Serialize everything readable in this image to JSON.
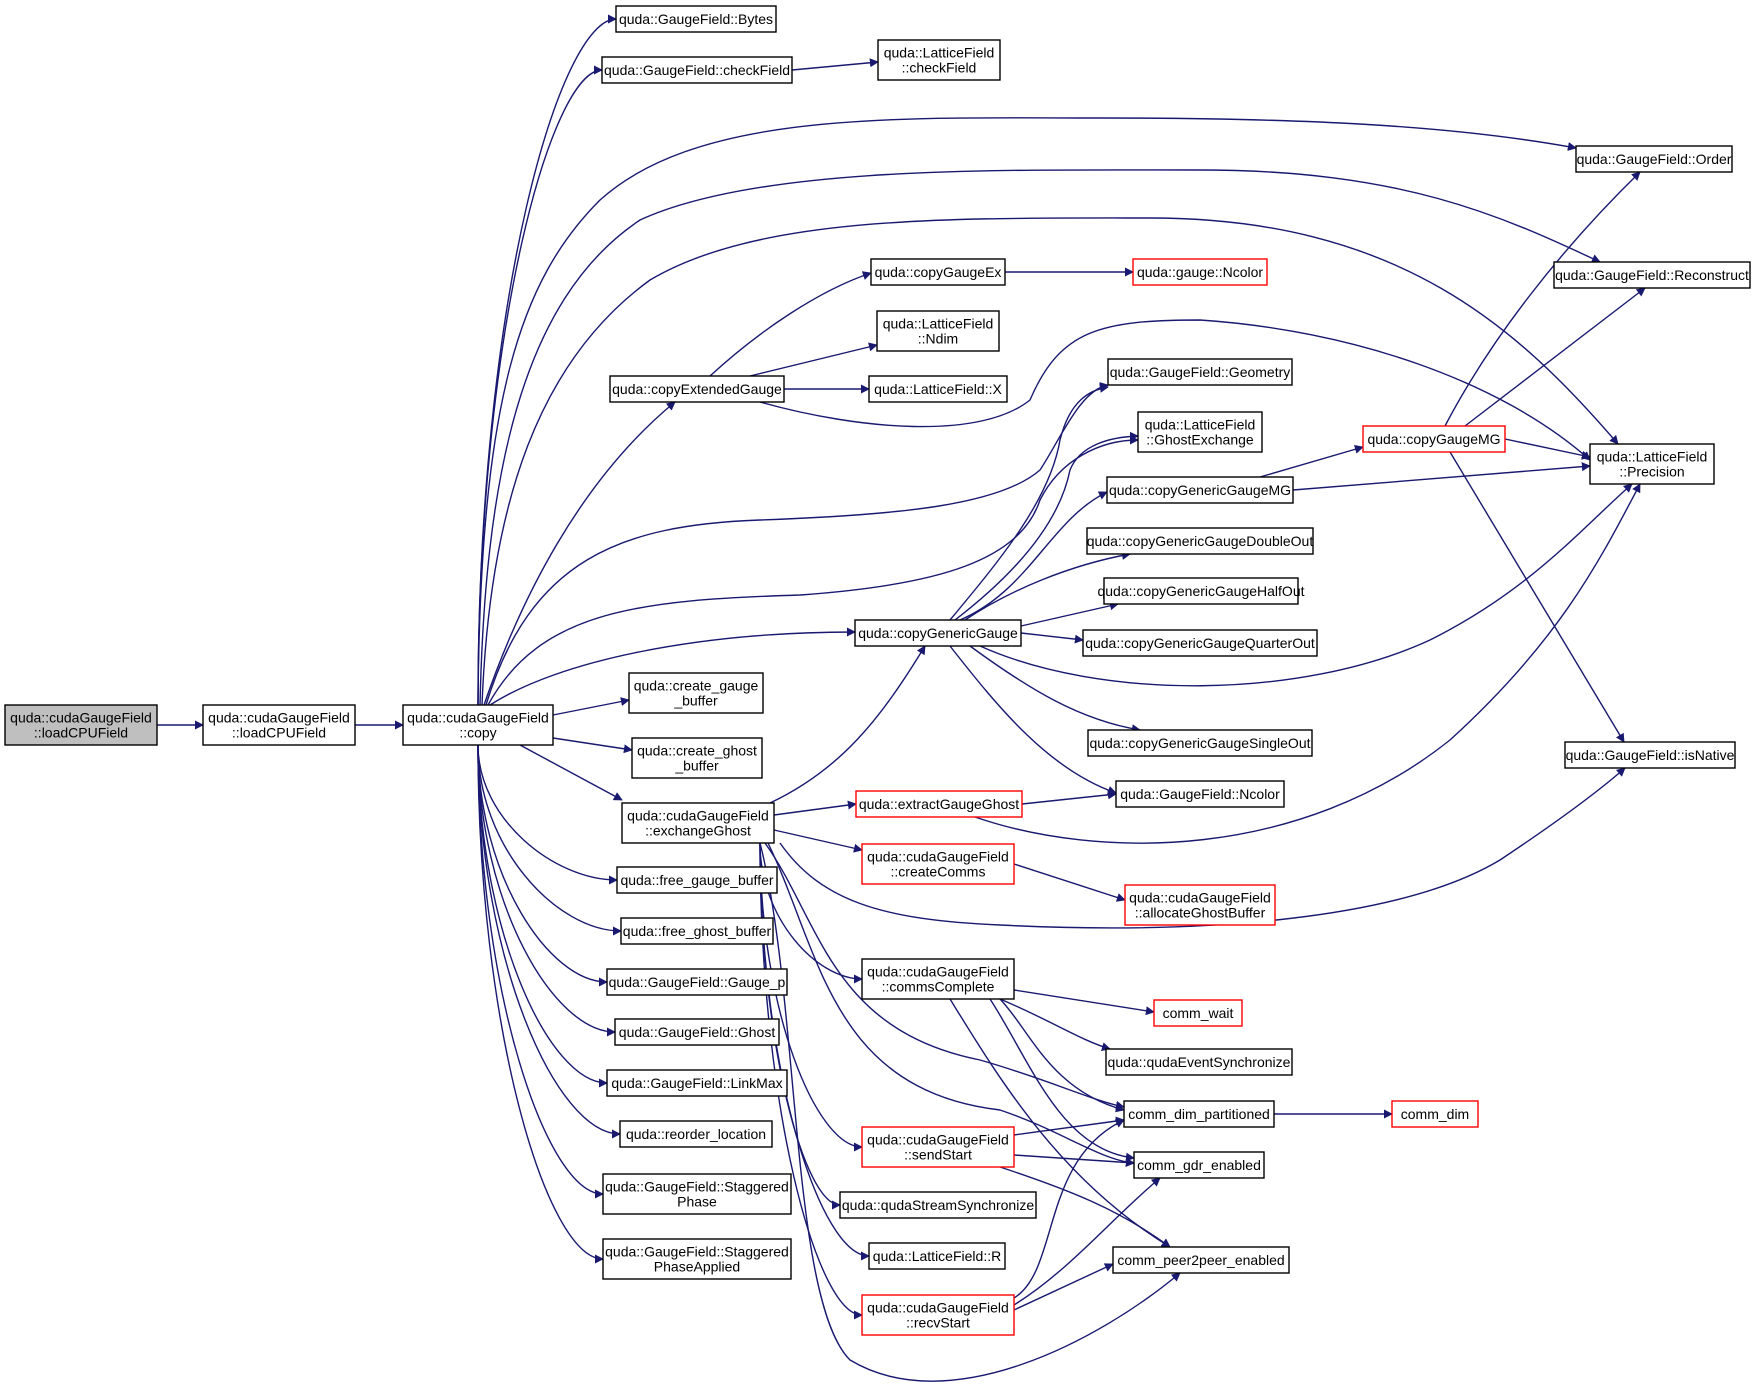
{
  "colors": {
    "edge": "#191970",
    "root_fill": "#bfbfbf",
    "red_border": "#ff0000",
    "black_border": "#000000"
  },
  "nodes": {
    "root": {
      "lines": [
        "quda::cudaGaugeField",
        "::loadCPUField"
      ]
    },
    "load2": {
      "lines": [
        "quda::cudaGaugeField",
        "::loadCPUField"
      ]
    },
    "copy": {
      "lines": [
        "quda::cudaGaugeField",
        "::copy"
      ]
    },
    "bytes": {
      "lines": [
        "quda::GaugeField::Bytes"
      ]
    },
    "chk": {
      "lines": [
        "quda::GaugeField::checkField"
      ]
    },
    "lchk": {
      "lines": [
        "quda::LatticeField",
        "::checkField"
      ]
    },
    "order": {
      "lines": [
        "quda::GaugeField::Order"
      ]
    },
    "recon": {
      "lines": [
        "quda::GaugeField::Reconstruct"
      ]
    },
    "cgex": {
      "lines": [
        "quda::copyGaugeEx"
      ]
    },
    "ncolor1": {
      "lines": [
        "quda::gauge::Ncolor"
      ]
    },
    "ndim": {
      "lines": [
        "quda::LatticeField",
        "::Ndim"
      ]
    },
    "ceg": {
      "lines": [
        "quda::copyExtendedGauge"
      ]
    },
    "lx": {
      "lines": [
        "quda::LatticeField::X"
      ]
    },
    "geom": {
      "lines": [
        "quda::GaugeField::Geometry"
      ]
    },
    "ghx": {
      "lines": [
        "quda::LatticeField",
        "::GhostExchange"
      ]
    },
    "cgmg": {
      "lines": [
        "quda::copyGaugeMG"
      ]
    },
    "prec": {
      "lines": [
        "quda::LatticeField",
        "::Precision"
      ]
    },
    "cggmg": {
      "lines": [
        "quda::copyGenericGaugeMG"
      ]
    },
    "cggdo": {
      "lines": [
        "quda::copyGenericGaugeDoubleOut"
      ]
    },
    "cgghf": {
      "lines": [
        "quda::copyGenericGaugeHalfOut"
      ]
    },
    "cgg": {
      "lines": [
        "quda::copyGenericGauge"
      ]
    },
    "cggqo": {
      "lines": [
        "quda::copyGenericGaugeQuarterOut"
      ]
    },
    "cgb": {
      "lines": [
        "quda::create_gauge",
        "_buffer"
      ]
    },
    "cghb": {
      "lines": [
        "quda::create_ghost",
        "_buffer"
      ]
    },
    "cggso": {
      "lines": [
        "quda::copyGenericGaugeSingleOut"
      ]
    },
    "isnat": {
      "lines": [
        "quda::GaugeField::isNative"
      ]
    },
    "exg": {
      "lines": [
        "quda::cudaGaugeField",
        "::exchangeGhost"
      ]
    },
    "extg": {
      "lines": [
        "quda::extractGaugeGhost"
      ]
    },
    "gnc": {
      "lines": [
        "quda::GaugeField::Ncolor"
      ]
    },
    "ccom": {
      "lines": [
        "quda::cudaGaugeField",
        "::createComms"
      ]
    },
    "fgb": {
      "lines": [
        "quda::free_gauge_buffer"
      ]
    },
    "agb": {
      "lines": [
        "quda::cudaGaugeField",
        "::allocateGhostBuffer"
      ]
    },
    "fghb": {
      "lines": [
        "quda::free_ghost_buffer"
      ]
    },
    "ccomp": {
      "lines": [
        "quda::cudaGaugeField",
        "::commsComplete"
      ]
    },
    "gp": {
      "lines": [
        "quda::GaugeField::Gauge_p"
      ]
    },
    "cwait": {
      "lines": [
        "comm_wait"
      ]
    },
    "gghost": {
      "lines": [
        "quda::GaugeField::Ghost"
      ]
    },
    "qes": {
      "lines": [
        "quda::qudaEventSynchronize"
      ]
    },
    "lmax": {
      "lines": [
        "quda::GaugeField::LinkMax"
      ]
    },
    "cdp": {
      "lines": [
        "comm_dim_partitioned"
      ]
    },
    "cdim": {
      "lines": [
        "comm_dim"
      ]
    },
    "reo": {
      "lines": [
        "quda::reorder_location"
      ]
    },
    "ss": {
      "lines": [
        "quda::cudaGaugeField",
        "::sendStart"
      ]
    },
    "cgdr": {
      "lines": [
        "comm_gdr_enabled"
      ]
    },
    "sp": {
      "lines": [
        "quda::GaugeField::Staggered",
        "Phase"
      ]
    },
    "qss": {
      "lines": [
        "quda::qudaStreamSynchronize"
      ]
    },
    "lr": {
      "lines": [
        "quda::LatticeField::R"
      ]
    },
    "cp2p": {
      "lines": [
        "comm_peer2peer_enabled"
      ]
    },
    "spa": {
      "lines": [
        "quda::GaugeField::Staggered",
        "PhaseApplied"
      ]
    },
    "rs": {
      "lines": [
        "quda::cudaGaugeField",
        "::recvStart"
      ]
    }
  }
}
